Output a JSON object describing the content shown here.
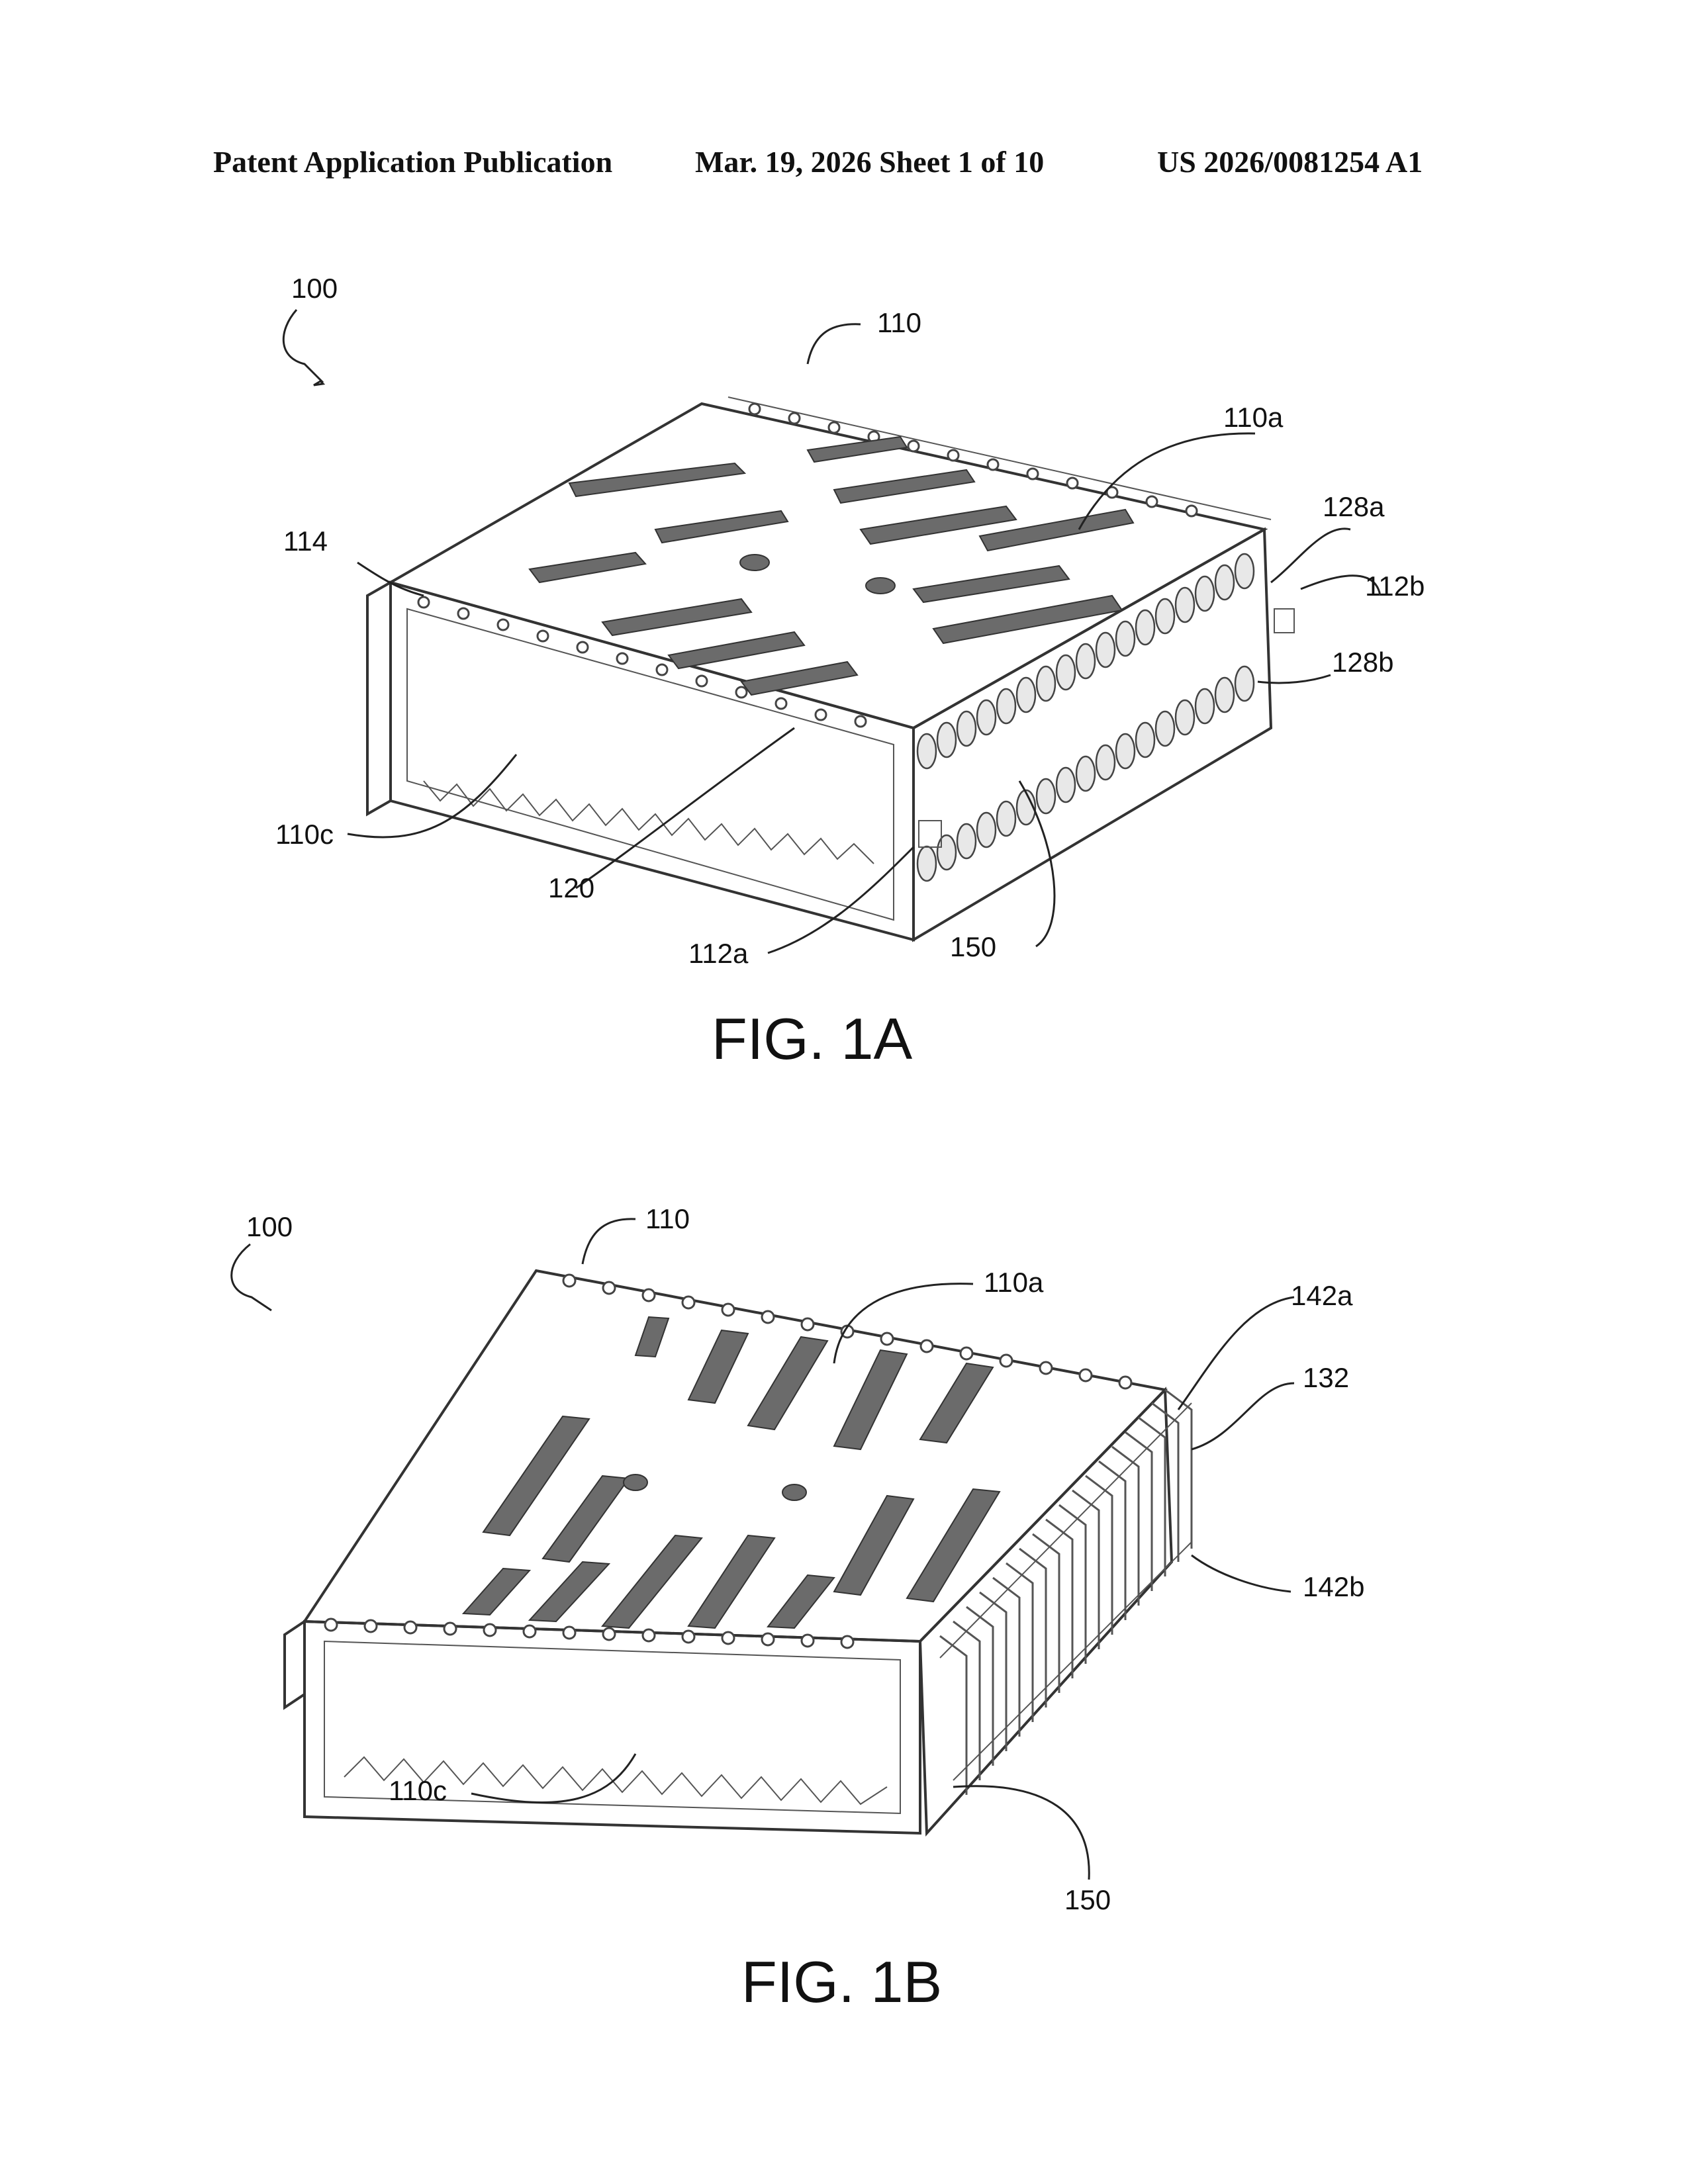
{
  "header": {
    "left": "Patent Application Publication",
    "middle": "Mar. 19, 2026  Sheet 1 of 10",
    "right": "US 2026/0081254 A1"
  },
  "fig1a": {
    "caption": "FIG. 1A",
    "labels": {
      "l100": "100",
      "l110": "110",
      "l110a": "110a",
      "l114": "114",
      "l128a": "128a",
      "l112b": "112b",
      "l128b": "128b",
      "l110c": "110c",
      "l120": "120",
      "l112a": "112a",
      "l150": "150"
    }
  },
  "fig1b": {
    "caption": "FIG. 1B",
    "labels": {
      "l100": "100",
      "l110": "110",
      "l110a": "110a",
      "l142a": "142a",
      "l132": "132",
      "l142b": "142b",
      "l110c": "110c",
      "l150": "150"
    }
  }
}
